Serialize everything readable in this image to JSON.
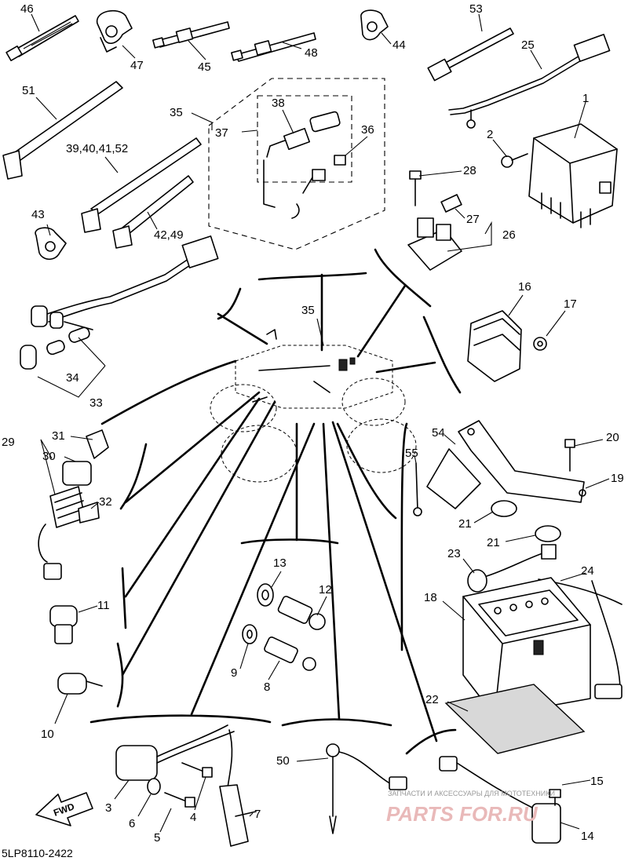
{
  "figure_code": "5LP8110-2422",
  "fwd_label": "FWD",
  "watermark": {
    "line1": "ЗАПЧАСТИ И АКСЕССУАРЫ ДЛЯ МОТОТЕХНИКИ",
    "line2": "PARTS FOR.RU"
  },
  "callouts": {
    "c1": "1",
    "c2": "2",
    "c3": "3",
    "c4": "4",
    "c5": "5",
    "c6": "6",
    "c7": "7",
    "c8": "8",
    "c9": "9",
    "c10": "10",
    "c11": "11",
    "c12": "12",
    "c13": "13",
    "c14": "14",
    "c15": "15",
    "c16": "16",
    "c17": "17",
    "c18": "18",
    "c19": "19",
    "c20": "20",
    "c21a": "21",
    "c21b": "21",
    "c22": "22",
    "c23": "23",
    "c24": "24",
    "c25": "25",
    "c26": "26",
    "c27": "27",
    "c28": "28",
    "c29": "29",
    "c30": "30",
    "c31": "31",
    "c32": "32",
    "c33": "33",
    "c34": "34",
    "c35a": "35",
    "c35b": "35",
    "c36": "36",
    "c37": "37",
    "c38": "38",
    "c39": "39,40,41,52",
    "c42": "42,49",
    "c43": "43",
    "c44": "44",
    "c45": "45",
    "c46": "46",
    "c47": "47",
    "c48": "48",
    "c50": "50",
    "c51": "51",
    "c53": "53",
    "c54": "54",
    "c55": "55"
  }
}
